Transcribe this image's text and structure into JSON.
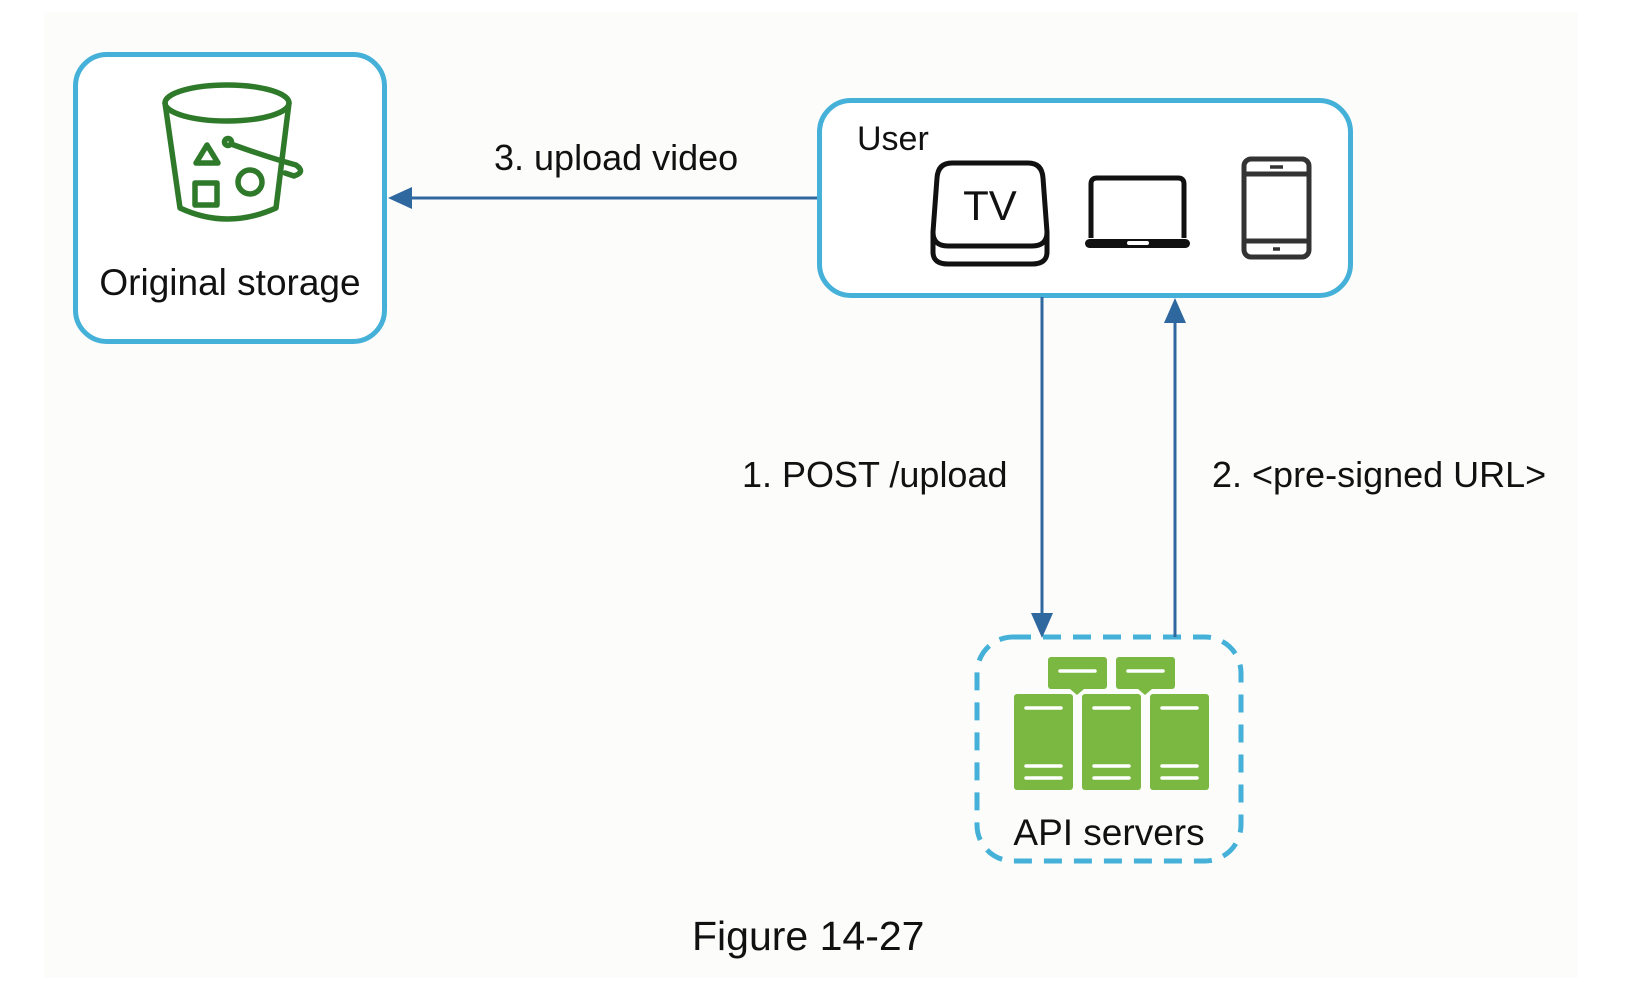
{
  "diagram": {
    "nodes": {
      "original_storage": {
        "label": "Original storage",
        "icon": "bucket-icon"
      },
      "user": {
        "label": "User",
        "devices": [
          {
            "name": "tv",
            "icon": "tv-icon",
            "text": "TV"
          },
          {
            "name": "laptop",
            "icon": "laptop-icon"
          },
          {
            "name": "tablet",
            "icon": "tablet-icon"
          }
        ]
      },
      "api_servers": {
        "label": "API servers",
        "icon": "servers-icon"
      }
    },
    "edges": [
      {
        "from": "user",
        "to": "api_servers",
        "label": "1. POST /upload"
      },
      {
        "from": "api_servers",
        "to": "user",
        "label": "2. <pre-signed URL>"
      },
      {
        "from": "user",
        "to": "original_storage",
        "label": "3. upload video"
      }
    ],
    "caption": "Figure 14-27"
  },
  "colors": {
    "box_border": "#45b1d9",
    "arrow": "#2f679f",
    "bucket_green": "#2e7a2a",
    "server_green": "#7ab842",
    "device_dark": "#111111"
  }
}
